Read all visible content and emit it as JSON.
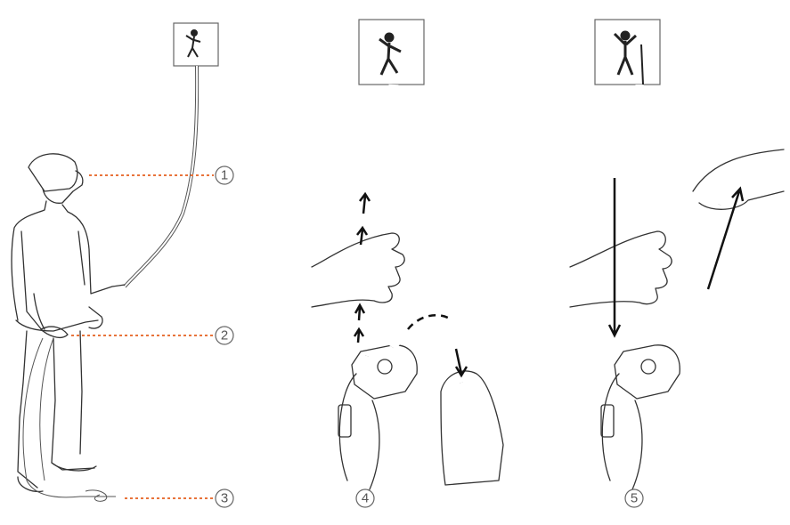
{
  "figure": {
    "callouts": [
      {
        "id": 1,
        "label": "①"
      },
      {
        "id": 2,
        "label": "②"
      },
      {
        "id": 3,
        "label": "③"
      },
      {
        "id": 4,
        "label": "④"
      },
      {
        "id": 5,
        "label": "⑤"
      }
    ],
    "colors": {
      "leader": "#e8733a",
      "line": "#333333"
    }
  }
}
